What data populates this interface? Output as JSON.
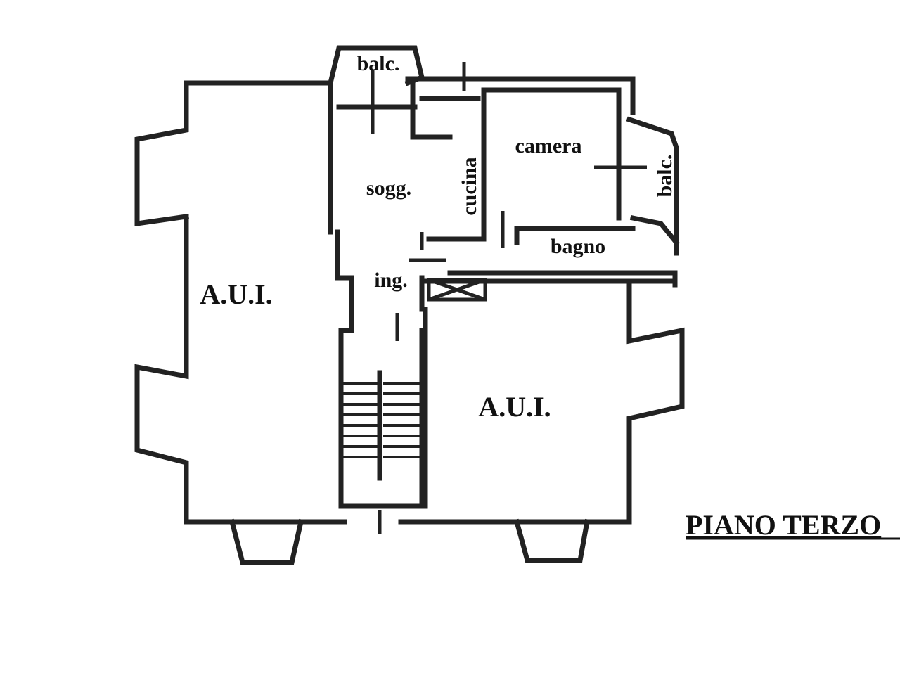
{
  "labels": {
    "balc_top": "balc.",
    "balc_right": "balc.",
    "camera": "camera",
    "cucina": "cucina",
    "sogg": "sogg.",
    "bagno": "bagno",
    "ing": "ing.",
    "aui_left": "A.U.I.",
    "aui_right": "A.U.I."
  },
  "title": "PIANO TERZO"
}
